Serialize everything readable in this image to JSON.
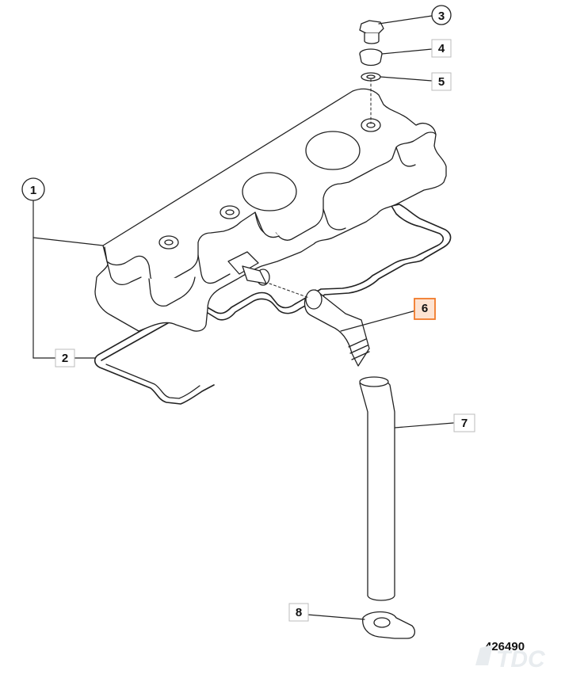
{
  "diagram": {
    "figure_number": "426490",
    "highlight_color": "#f07a2a",
    "callouts": [
      {
        "id": "1",
        "label": "1",
        "shape": "circle",
        "highlighted": false
      },
      {
        "id": "2",
        "label": "2",
        "shape": "box",
        "highlighted": false
      },
      {
        "id": "3",
        "label": "3",
        "shape": "circle",
        "highlighted": false
      },
      {
        "id": "4",
        "label": "4",
        "shape": "box",
        "highlighted": false
      },
      {
        "id": "5",
        "label": "5",
        "shape": "box",
        "highlighted": false
      },
      {
        "id": "6",
        "label": "6",
        "shape": "box",
        "highlighted": true
      },
      {
        "id": "7",
        "label": "7",
        "shape": "box",
        "highlighted": false
      },
      {
        "id": "8",
        "label": "8",
        "shape": "box",
        "highlighted": false
      }
    ],
    "watermark": {
      "text": "TDC",
      "icon": "tdc-logo-icon"
    }
  }
}
